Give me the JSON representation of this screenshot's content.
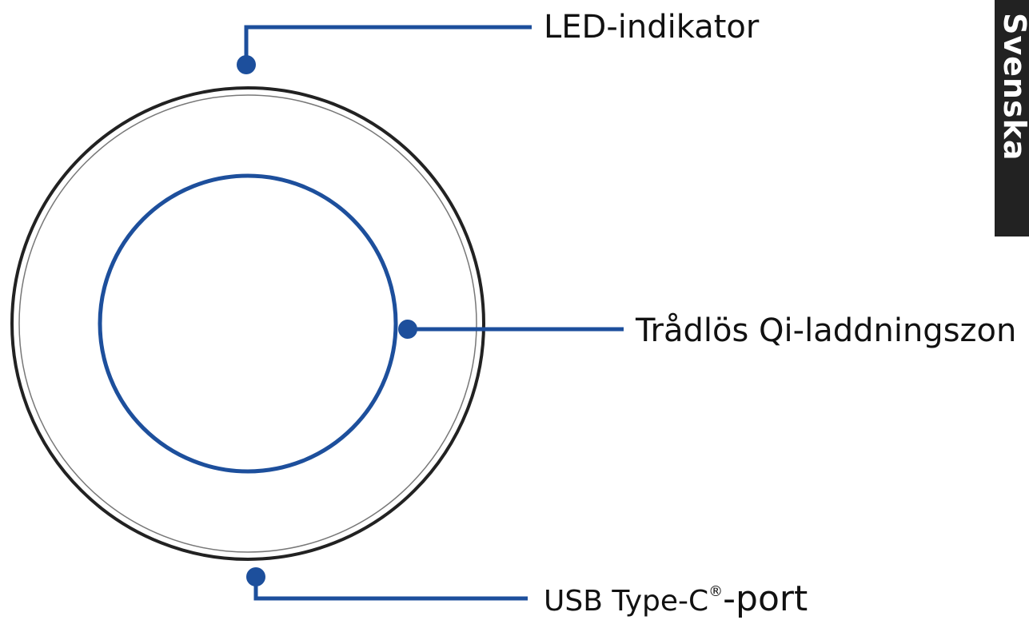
{
  "labels": {
    "led": "LED-indikator",
    "qi_zone": "Trådlös Qi-laddningszon",
    "usb_port_prefix": "USB Type-C",
    "usb_port_registered": "®",
    "usb_port_suffix": "-port"
  },
  "language_tab": "Svenska",
  "colors": {
    "callout_blue": "#1d4f9c",
    "outline": "#222222",
    "tab_background": "#222222",
    "tab_text": "#ffffff"
  }
}
